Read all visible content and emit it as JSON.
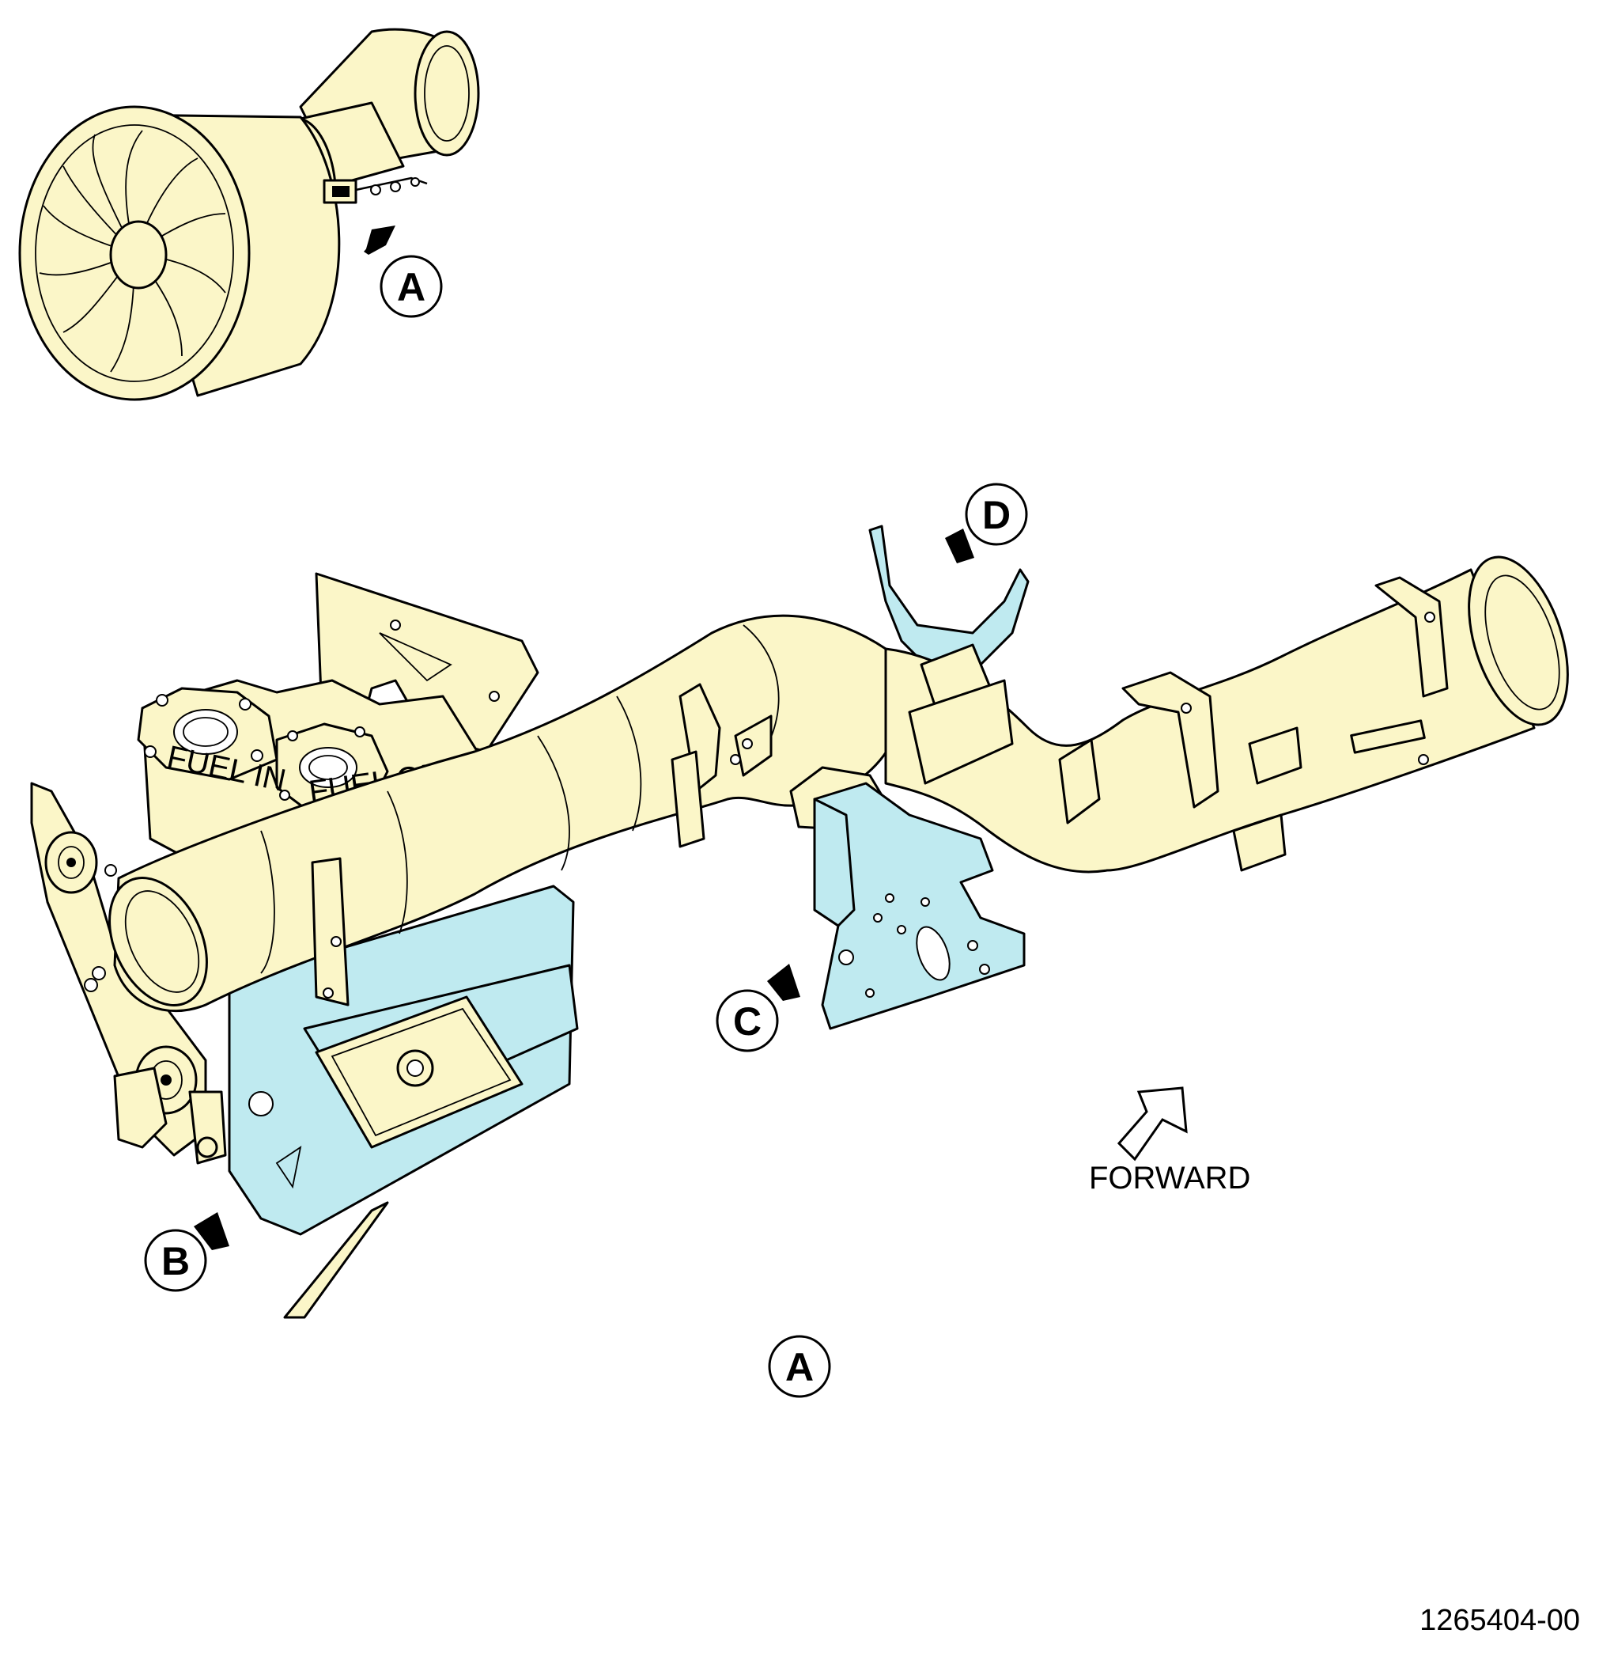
{
  "callouts": {
    "top": "A",
    "b": "B",
    "c": "C",
    "d": "D",
    "bottom": "A"
  },
  "labels": {
    "forward": "FORWARD",
    "fuel_in": "FUEL IN",
    "fuel_out": "FUEL OUT"
  },
  "figure_id": "1265404-00",
  "colors": {
    "engine_fill": "#FBF6C8",
    "bracket_fill": "#BFEAF0",
    "outline": "#000000"
  }
}
